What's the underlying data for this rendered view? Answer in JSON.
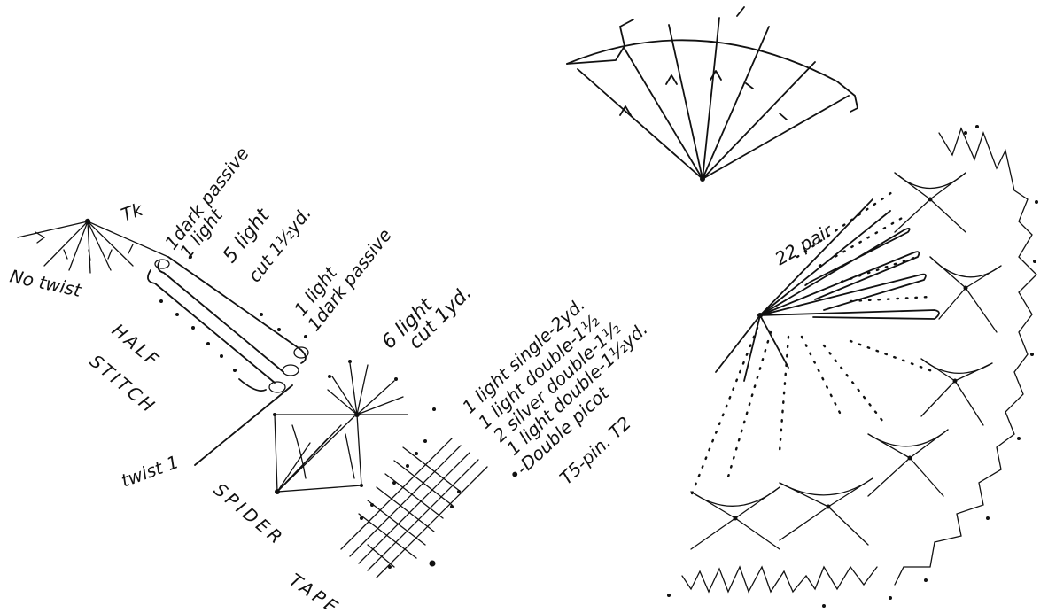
{
  "labels": {
    "tk": "Tk",
    "dark_passive_1": "1dark passive",
    "light_1": "1 light",
    "five_light": "5 light",
    "cut_1_5": "cut 1½yd.",
    "light_1b": "1 light",
    "dark_passive_2": "1dark passive",
    "no_twist": "No twist",
    "half": "HALF",
    "stitch": "STITCH",
    "six_light": "6 light",
    "cut_1yd": "cut 1yd.",
    "light_single": "1 light single-2yd.",
    "light_double_1": "1 light double-1½",
    "silver_double": "2 silver double-1½",
    "light_double_2": "1 light double-1½yd.",
    "double_picot": "•-Double picot",
    "t5_pin": "T5-pin. T2",
    "twist_1": "twist 1",
    "spider": "SPIDER",
    "tape": "TAPE",
    "twenty_two_pair": "22 pair"
  },
  "colors": {
    "ink": "#111111",
    "paper": "#ffffff"
  }
}
